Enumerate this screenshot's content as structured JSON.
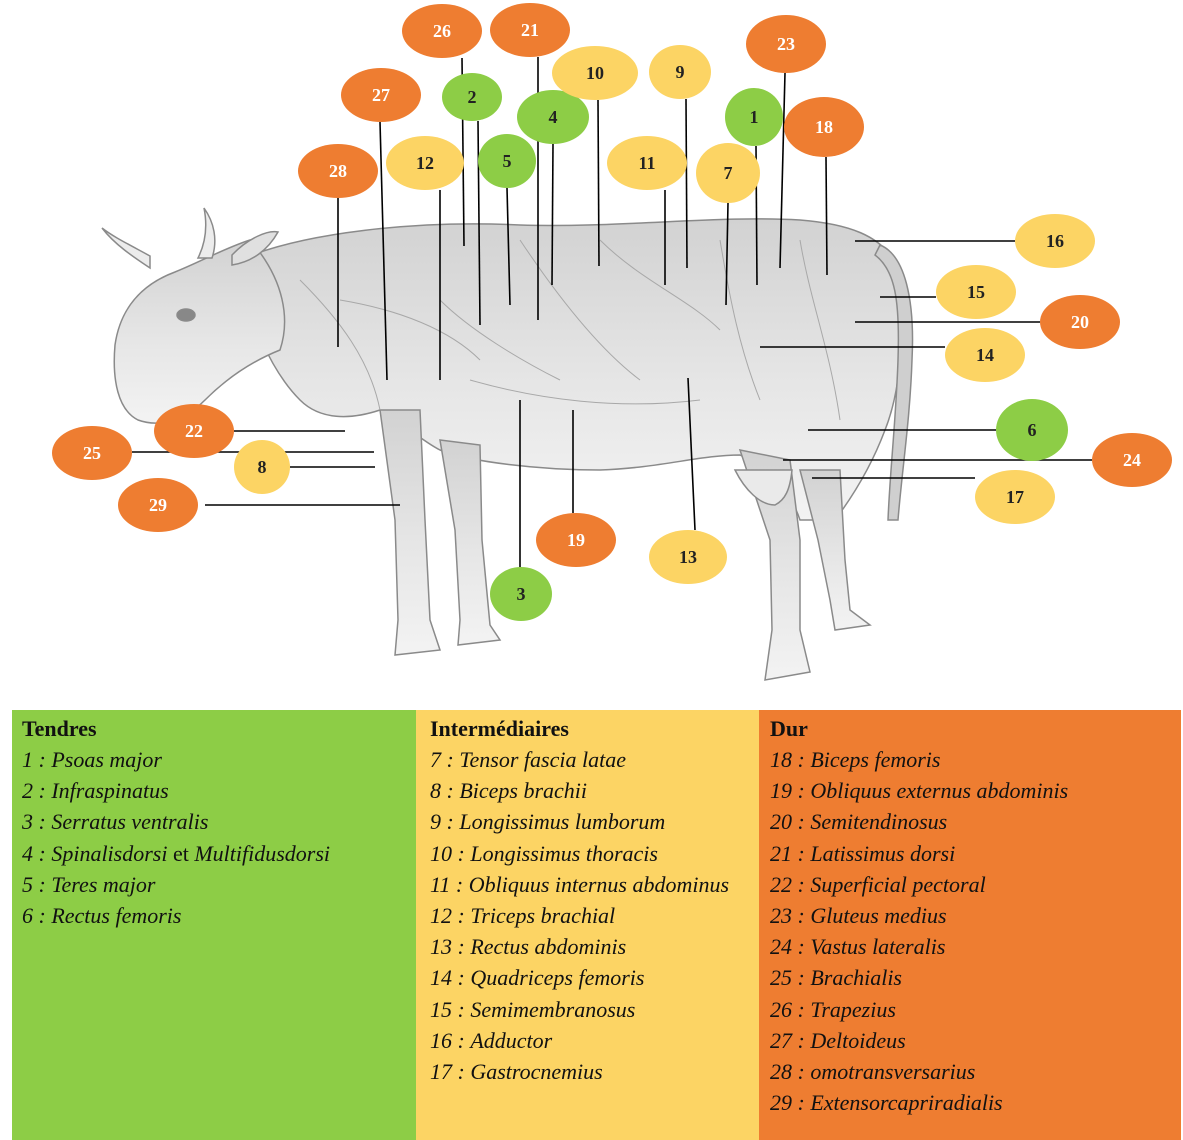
{
  "colors": {
    "tender": "#8dcd46",
    "intermediate": "#fcd464",
    "hard": "#ee7d31"
  },
  "badges": [
    {
      "n": "1",
      "category": "tender"
    },
    {
      "n": "2",
      "category": "tender"
    },
    {
      "n": "3",
      "category": "tender"
    },
    {
      "n": "4",
      "category": "tender"
    },
    {
      "n": "5",
      "category": "tender"
    },
    {
      "n": "6",
      "category": "tender"
    },
    {
      "n": "7",
      "category": "intermediate"
    },
    {
      "n": "8",
      "category": "intermediate"
    },
    {
      "n": "9",
      "category": "intermediate"
    },
    {
      "n": "10",
      "category": "intermediate"
    },
    {
      "n": "11",
      "category": "intermediate"
    },
    {
      "n": "12",
      "category": "intermediate"
    },
    {
      "n": "13",
      "category": "intermediate"
    },
    {
      "n": "14",
      "category": "intermediate"
    },
    {
      "n": "15",
      "category": "intermediate"
    },
    {
      "n": "16",
      "category": "intermediate"
    },
    {
      "n": "17",
      "category": "intermediate"
    },
    {
      "n": "18",
      "category": "hard"
    },
    {
      "n": "19",
      "category": "hard"
    },
    {
      "n": "20",
      "category": "hard"
    },
    {
      "n": "21",
      "category": "hard"
    },
    {
      "n": "22",
      "category": "hard"
    },
    {
      "n": "23",
      "category": "hard"
    },
    {
      "n": "24",
      "category": "hard"
    },
    {
      "n": "25",
      "category": "hard"
    },
    {
      "n": "26",
      "category": "hard"
    },
    {
      "n": "27",
      "category": "hard"
    },
    {
      "n": "28",
      "category": "hard"
    },
    {
      "n": "29",
      "category": "hard"
    }
  ],
  "legend": {
    "tender": {
      "title": "Tendres",
      "items": [
        {
          "num": "1 :",
          "name": "Psoas major"
        },
        {
          "num": "2 :",
          "name": "Infraspinatus"
        },
        {
          "num": "3 :",
          "name": "Serratus ventralis"
        },
        {
          "num": "4 :",
          "name": "Spinalisdorsi",
          "connector": "et",
          "name2": "Multifidusdorsi"
        },
        {
          "num": "5 :",
          "name": "Teres major"
        },
        {
          "num": "6 :",
          "name": "Rectus femoris"
        }
      ]
    },
    "intermediate": {
      "title": "Intermédiaires",
      "items": [
        {
          "num": "7 :",
          "name": "Tensor fascia latae"
        },
        {
          "num": "8 :",
          "name": "Biceps brachii"
        },
        {
          "num": "9 :",
          "name": "Longissimus lumborum"
        },
        {
          "num": "10 :",
          "name": "Longissimus thoracis"
        },
        {
          "num": "11 :",
          "name": "Obliquus internus abdominus"
        },
        {
          "num": "12 :",
          "name": "Triceps brachial"
        },
        {
          "num": "13 :",
          "name": "Rectus abdominis"
        },
        {
          "num": "14 :",
          "name": "Quadriceps femoris"
        },
        {
          "num": "15 :",
          "name": "Semimembranosus"
        },
        {
          "num": "16 :",
          "name": "Adductor"
        },
        {
          "num": "17 :",
          "name": "Gastrocnemius"
        }
      ]
    },
    "hard": {
      "title": "Dur",
      "items": [
        {
          "num": "18 :",
          "name": "Biceps femoris"
        },
        {
          "num": "19 :",
          "name": "Obliquus externus abdominis"
        },
        {
          "num": "20 :",
          "name": "Semitendinosus"
        },
        {
          "num": "21 :",
          "name": "Latissimus dorsi"
        },
        {
          "num": "22 :",
          "name": "Superficial pectoral"
        },
        {
          "num": "23 :",
          "name": "Gluteus medius"
        },
        {
          "num": "24 :",
          "name": "Vastus lateralis"
        },
        {
          "num": "25 :",
          "name": "Brachialis"
        },
        {
          "num": "26 :",
          "name": "Trapezius"
        },
        {
          "num": "27 :",
          "name": "Deltoideus"
        },
        {
          "num": "28 :",
          "name": "omotransversarius"
        },
        {
          "num": "29 :",
          "name": "Extensorcapriradialis"
        }
      ]
    }
  }
}
